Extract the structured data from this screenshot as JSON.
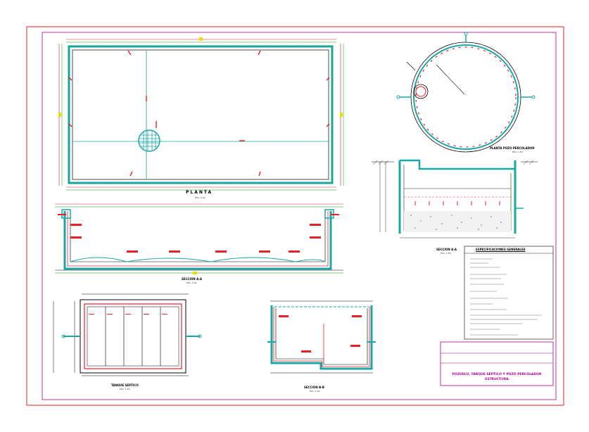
{
  "colors": {
    "outer_frame": "#e8202a",
    "inner_frame": "#b00090",
    "wall": "#1aa7a7",
    "rebar": "#e8202a",
    "dimension": "#00a000",
    "line": "#000000",
    "blue": "#1f3fd0",
    "text": "#000000"
  },
  "views": {
    "planta": {
      "title": "PLANTA",
      "scale": "ESC. 1:50"
    },
    "seccion_aa_left": {
      "title": "SECCION A-A",
      "scale": "ESC. 1:50"
    },
    "tanque_septico": {
      "title": "TANQUE SEPTICO",
      "scale": "ESC. 1:50"
    },
    "seccion_bb": {
      "title": "SECCION B-B",
      "scale": "ESC. 1:50"
    },
    "planta_pozo": {
      "title": "PLANTA POZO PERCOLADOR",
      "scale": "ESC. 1:50"
    },
    "seccion_aa_right": {
      "title": "SECCION A-A",
      "scale": "ESC. 1:50"
    }
  },
  "specs": {
    "title": "ESPECIFICACIONES GENERALES"
  },
  "title_block": {
    "line1": "POZUELO, TANQUE SEPTICO Y POZO PERCOLADOR",
    "line2": "ESTRUCTURA"
  }
}
